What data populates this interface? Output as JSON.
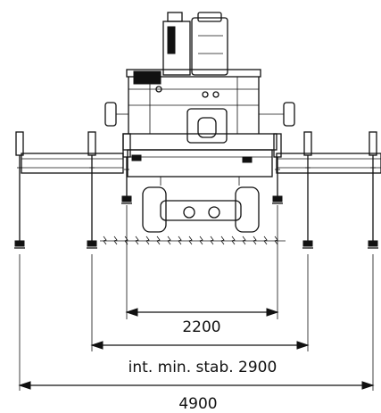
{
  "dimensions": [
    {
      "id": "dim-inner",
      "label": "2200"
    },
    {
      "id": "dim-stab",
      "label": "int. min. stab. 2900"
    },
    {
      "id": "dim-outer",
      "label": "4900"
    }
  ]
}
